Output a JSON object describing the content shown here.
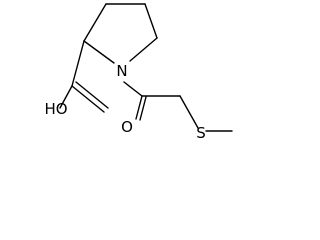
{
  "structure": {
    "atoms": {
      "ring_nitrogen": "N",
      "carbonyl_oxygen": "O",
      "thioether_sulfur": "S",
      "acid_hydroxyl": "HO"
    },
    "colors": {
      "bond": "#000000",
      "label": "#000000",
      "background": "#ffffff"
    }
  }
}
